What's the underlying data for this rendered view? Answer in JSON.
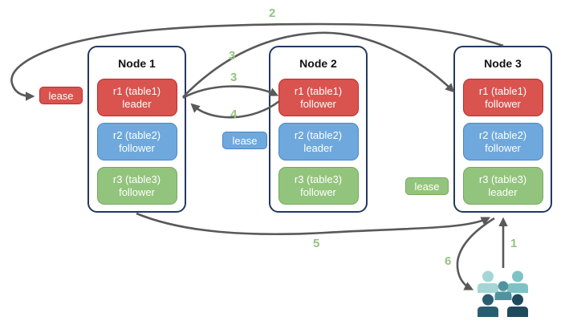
{
  "nodes": [
    {
      "title": "Node 1",
      "replicas": [
        {
          "range": "r1 (table1)",
          "role": "leader",
          "variant": "red"
        },
        {
          "range": "r2 (table2)",
          "role": "follower",
          "variant": "blue"
        },
        {
          "range": "r3 (table3)",
          "role": "follower",
          "variant": "green"
        }
      ]
    },
    {
      "title": "Node 2",
      "replicas": [
        {
          "range": "r1 (table1)",
          "role": "follower",
          "variant": "red"
        },
        {
          "range": "r2 (table2)",
          "role": "leader",
          "variant": "blue"
        },
        {
          "range": "r3 (table3)",
          "role": "follower",
          "variant": "green"
        }
      ]
    },
    {
      "title": "Node 3",
      "replicas": [
        {
          "range": "r1 (table1)",
          "role": "follower",
          "variant": "red"
        },
        {
          "range": "r2 (table2)",
          "role": "follower",
          "variant": "blue"
        },
        {
          "range": "r3 (table3)",
          "role": "leader",
          "variant": "green"
        }
      ]
    }
  ],
  "leases": [
    {
      "label": "lease",
      "variant": "red"
    },
    {
      "label": "lease",
      "variant": "blue"
    },
    {
      "label": "lease",
      "variant": "green"
    }
  ],
  "steps": {
    "s1": "1",
    "s2": "2",
    "s3a": "3",
    "s3b": "3",
    "s4": "4",
    "s5": "5",
    "s6": "6"
  },
  "colors": {
    "red_fill": "#D9534F",
    "red_border": "#C22B28",
    "blue_fill": "#6FA8DC",
    "blue_border": "#4A86C8",
    "green_fill": "#93C47D",
    "green_border": "#74A95C",
    "node_border": "#24395E",
    "arrow": "#595959",
    "step_label": "#93C47D",
    "users_back_left": "#A6D5D6",
    "users_back_right": "#7FC2C6",
    "users_middle": "#4F939E",
    "users_front_left": "#2A5D70",
    "users_front_right": "#1E4A5D"
  }
}
